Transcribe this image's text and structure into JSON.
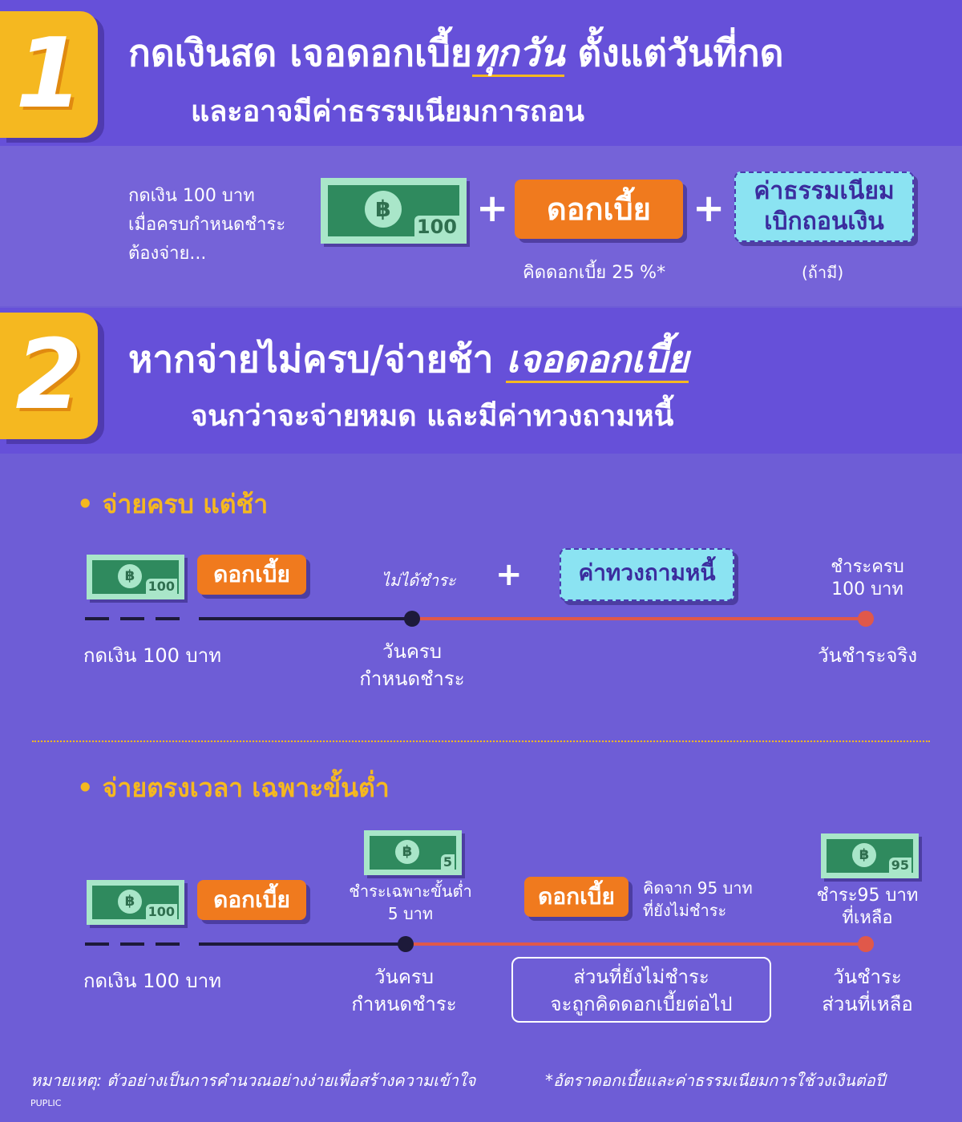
{
  "section1": {
    "number": "1",
    "title_part1": "กดเงินสด เจอดอกเบี้ย",
    "title_emph": "ทุกวัน",
    "title_part2": " ตั้งแต่วันที่กด",
    "subtitle": "และอาจมีค่าธรรมเนียมการถอน",
    "intro_line1": "กดเงิน 100 บาท",
    "intro_line2": "เมื่อครบกำหนดชำระ",
    "intro_line3": "ต้องจ่าย...",
    "bill_amount": "100",
    "plus": "+",
    "interest_label": "ดอกเบี้ย",
    "fee_line1": "ค่าธรรมเนียม",
    "fee_line2": "เบิกถอนเงิน",
    "interest_note": "คิดดอกเบี้ย 25 %*",
    "fee_note": "(ถ้ามี)"
  },
  "section2": {
    "number": "2",
    "title_part1": "หากจ่ายไม่ครบ/จ่ายช้า  ",
    "title_emph": "เจอดอกเบี้ย",
    "subtitle": "จนกว่าจะจ่ายหมด และมีค่าทวงถามหนี้"
  },
  "case1": {
    "heading": "• จ่ายครบ แต่ช้า",
    "bill_amount": "100",
    "interest_label": "ดอกเบี้ย",
    "unpaid_label": "ไม่ได้ชำระ",
    "plus": "+",
    "collection_fee": "ค่าทวงถามหนี้",
    "paid_full_line1": "ชำระครบ",
    "paid_full_line2": "100 บาท",
    "start_label": "กดเงิน 100 บาท",
    "due_line1": "วันครบ",
    "due_line2": "กำหนดชำระ",
    "actual_pay": "วันชำระจริง"
  },
  "case2": {
    "heading": "• จ่ายตรงเวลา เฉพาะขั้นต่ำ",
    "bill_amount": "100",
    "interest_label": "ดอกเบี้ย",
    "min_bill_amount": "5",
    "min_pay_line1": "ชำระเฉพาะขั้นต่ำ",
    "min_pay_line2": "5 บาท",
    "interest2_label": "ดอกเบี้ย",
    "calc_line1": "คิดจาก 95 บาท",
    "calc_line2": "ที่ยังไม่ชำระ",
    "rest_bill_amount": "95",
    "rest_line1": "ชำระ95 บาท",
    "rest_line2": "ที่เหลือ",
    "start_label": "กดเงิน 100 บาท",
    "due_line1": "วันครบ",
    "due_line2": "กำหนดชำระ",
    "box_line1": "ส่วนที่ยังไม่ชำระ",
    "box_line2": "จะถูกคิดดอกเบี้ยต่อไป",
    "rest_pay_line1": "วันชำระ",
    "rest_pay_line2": "ส่วนที่เหลือ"
  },
  "footer": {
    "note": "หมายเหตุ: ตัวอย่างเป็นการคำนวณอย่างง่ายเพื่อสร้างความเข้าใจ",
    "rate_note": "*อัตราดอกเบี้ยและค่าธรรมเนียมการใช้วงเงินต่อปี",
    "brand": "PUPLIC"
  },
  "colors": {
    "background": "#6e5dd6",
    "accent_yellow": "#f5b820",
    "orange": "#f07a1e",
    "cyan": "#8be3f2",
    "bill_green": "#2f8a5e",
    "timeline_red": "#e0584a"
  }
}
